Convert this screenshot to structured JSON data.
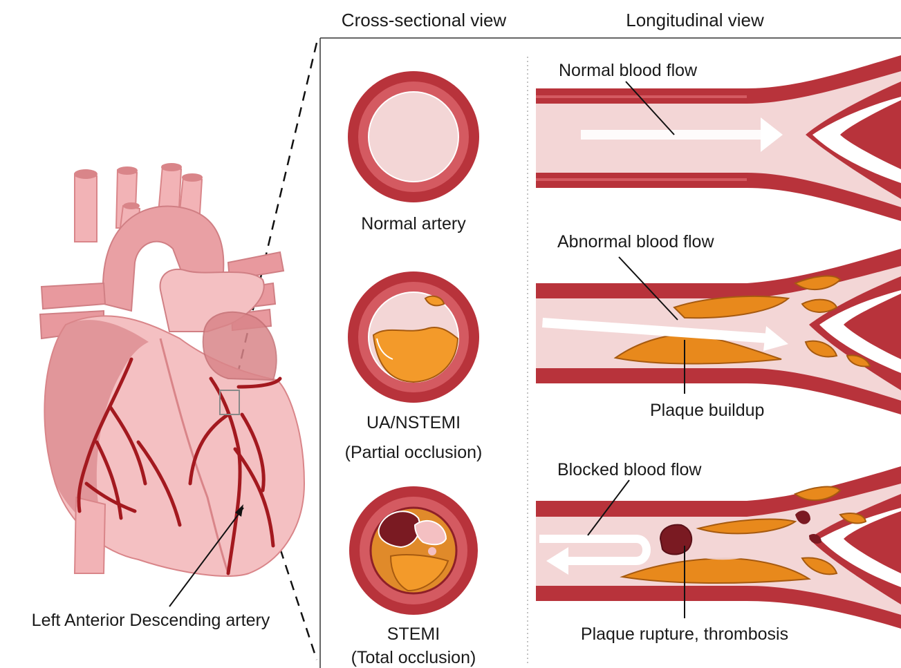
{
  "headers": {
    "cross_sectional": "Cross-sectional view",
    "longitudinal": "Longitudinal view"
  },
  "heart": {
    "label": "Left Anterior Descending artery"
  },
  "cross_sections": {
    "normal": "Normal  artery",
    "partial_line1": "UA/NSTEMI",
    "partial_line2": "(Partial occlusion)",
    "total_line1": "STEMI",
    "total_line2": "(Total occlusion)"
  },
  "longitudinal": {
    "normal_flow": "Normal blood flow",
    "abnormal_flow": "Abnormal blood flow",
    "plaque_buildup": "Plaque buildup",
    "blocked_flow": "Blocked blood flow",
    "plaque_rupture": "Plaque rupture, thrombosis"
  },
  "colors": {
    "vessel_wall": "#b8333b",
    "vessel_wall_dark": "#8e1f28",
    "lumen": "#f3d6d6",
    "lumen_light": "#f8e6e6",
    "plaque": "#e8891c",
    "plaque_light": "#f39a2a",
    "thrombus": "#7a1a22",
    "heart_body": "#f2b3b6",
    "heart_shade": "#d98589",
    "coronary": "#a3191f"
  }
}
